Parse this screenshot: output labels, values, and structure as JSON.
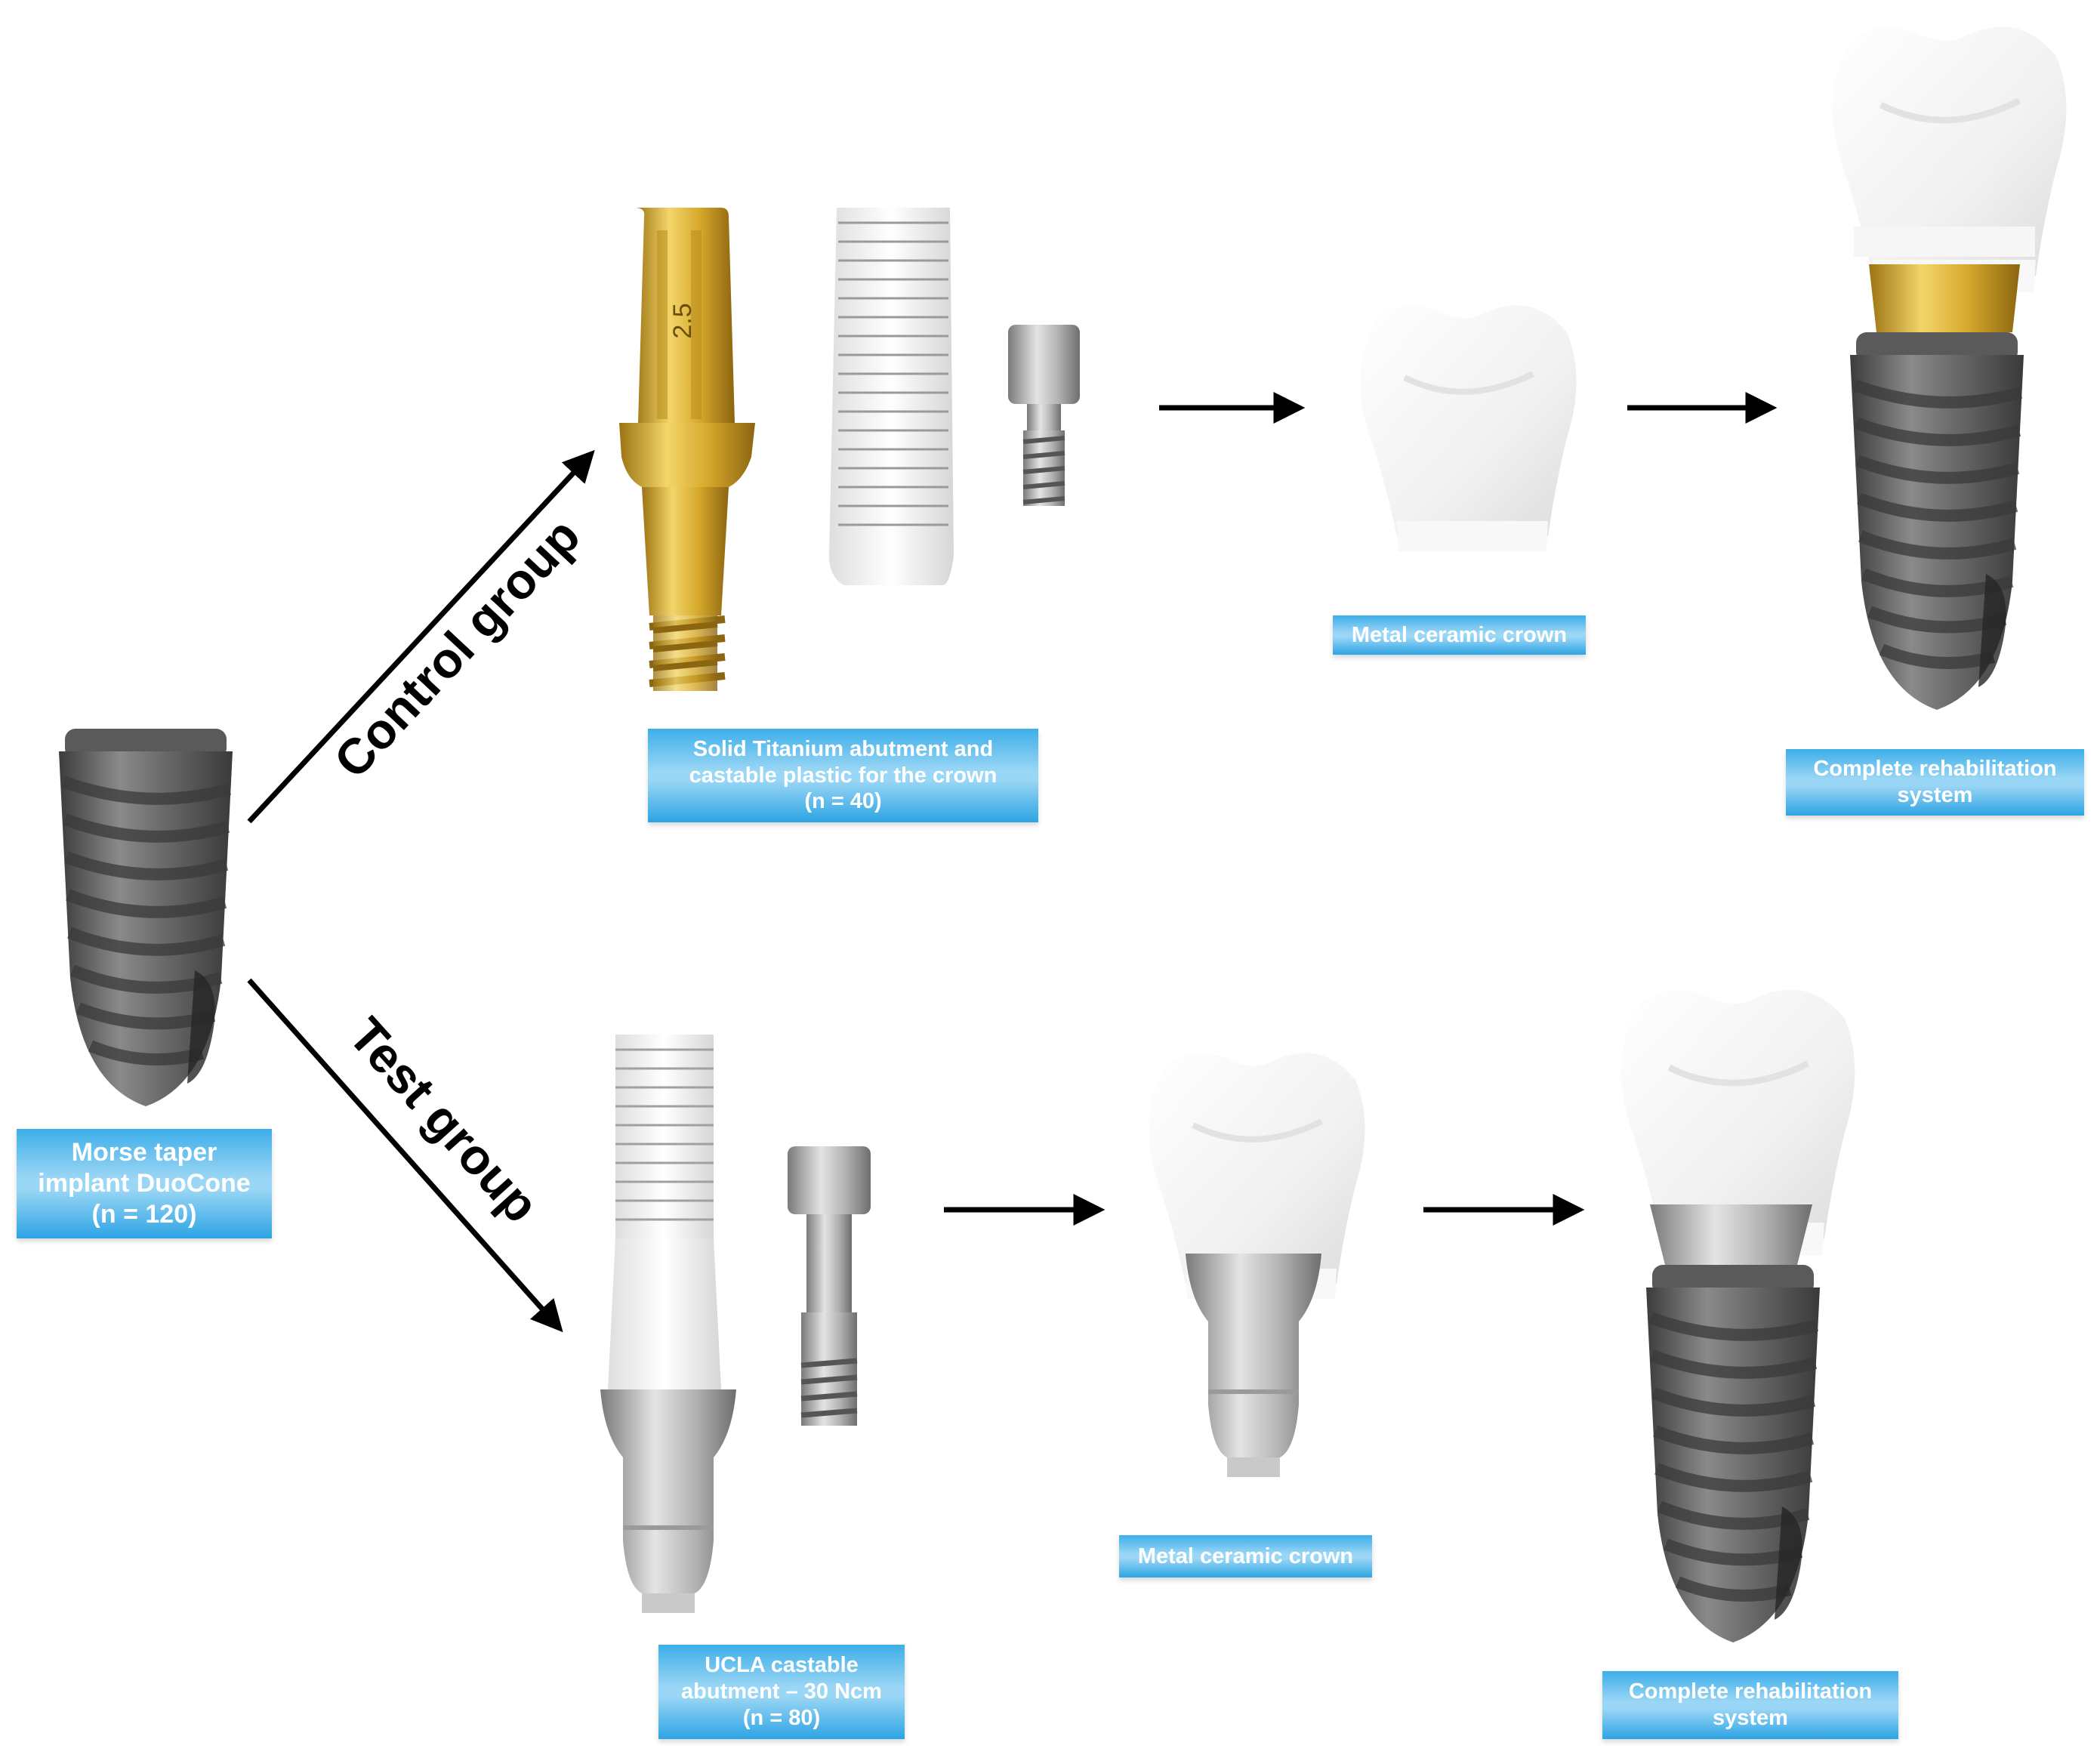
{
  "labels": {
    "implant": [
      "Morse taper",
      "implant DuoCone",
      "(n = 120)"
    ],
    "control_abutment": [
      "Solid Titanium abutment and",
      "castable plastic for the crown",
      "(n = 40)"
    ],
    "control_crown": "Metal ceramic crown",
    "control_complete": [
      "Complete rehabilitation",
      "system"
    ],
    "test_abutment": [
      "UCLA  castable",
      "abutment – 30 Ncm",
      "(n = 80)"
    ],
    "test_crown": "Metal ceramic crown",
    "test_complete": [
      "Complete rehabilitation",
      "system"
    ]
  },
  "groups": {
    "control": "Control group",
    "test": "Test group"
  },
  "abutment_marking": "2.5",
  "colors": {
    "label_blue": "#2da4e4",
    "implant_gray": "#6e6e6e",
    "gold": "#d4a72c",
    "titanium": "#b9b9b9",
    "crown_white": "#f4f4f4",
    "arrow": "#000000"
  }
}
